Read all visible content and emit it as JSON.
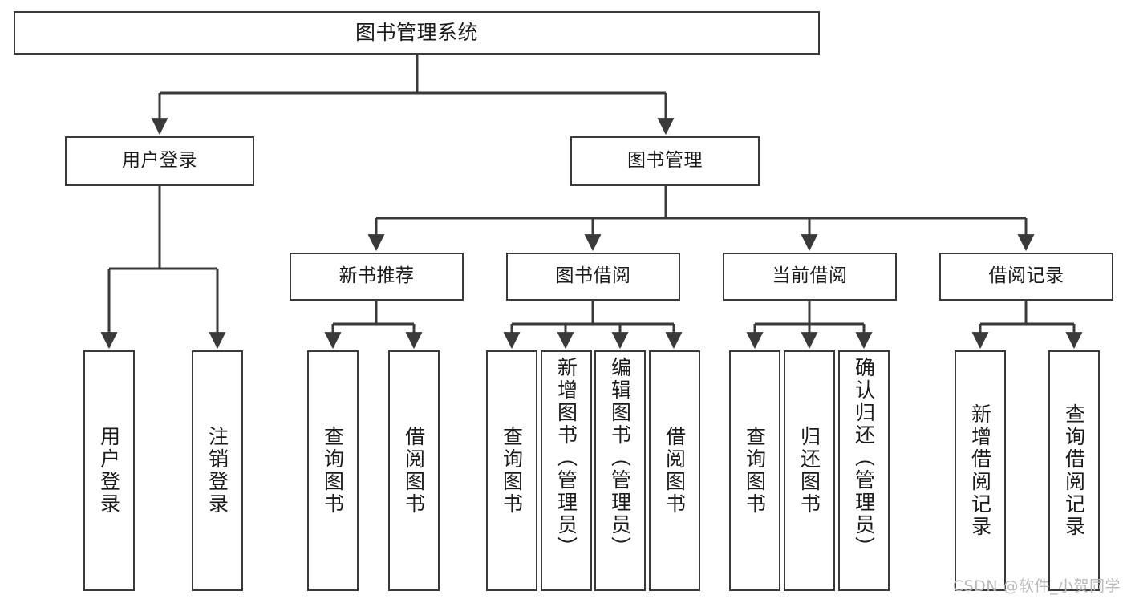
{
  "diagram": {
    "title": "图书管理系统",
    "type": "functional-structure-tree",
    "watermark": "CSDN @软件_小贺同学",
    "colors": {
      "stroke": "#3a3a3a",
      "text": "#1b1b1b",
      "background": "#ffffff",
      "watermark": "#b9b9b9"
    },
    "root": {
      "label": "图书管理系统"
    },
    "level2": [
      {
        "label": "用户登录"
      },
      {
        "label": "图书管理"
      }
    ],
    "level3": [
      {
        "label": "新书推荐"
      },
      {
        "label": "图书借阅"
      },
      {
        "label": "当前借阅"
      },
      {
        "label": "借阅记录"
      }
    ],
    "leaves": {
      "user_login": [
        {
          "label": "用户登录"
        },
        {
          "label": "注销登录"
        }
      ],
      "new_book_recommend": [
        {
          "label": "查询图书"
        },
        {
          "label": "借阅图书"
        }
      ],
      "book_borrow": [
        {
          "label": "查询图书"
        },
        {
          "label": "新增图书（管理员）"
        },
        {
          "label": "编辑图书（管理员）"
        },
        {
          "label": "借阅图书"
        }
      ],
      "current_borrow": [
        {
          "label": "查询图书"
        },
        {
          "label": "归还图书"
        },
        {
          "label": "确认归还（管理员）"
        }
      ],
      "borrow_record": [
        {
          "label": "新增借阅记录"
        },
        {
          "label": "查询借阅记录"
        }
      ]
    }
  }
}
